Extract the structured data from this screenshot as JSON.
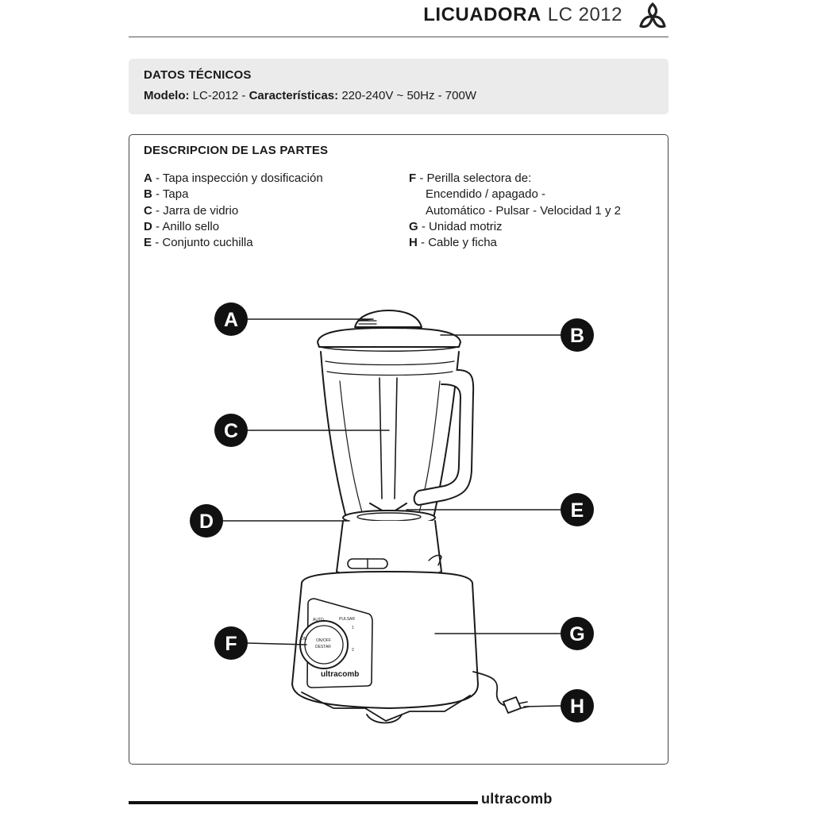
{
  "header": {
    "product": "LICUADORA",
    "model": "LC 2012",
    "logo_icon": "ultracomb-trefoil-logo"
  },
  "tech": {
    "title": "DATOS TÉCNICOS",
    "model_label": "Modelo:",
    "model_value": "LC-2012",
    "sep": "-",
    "features_label": "Características:",
    "features_value": "220-240V ~ 50Hz - 700W"
  },
  "parts": {
    "title": "DESCRIPCION DE LAS PARTES",
    "left": [
      {
        "letter": "A",
        "text": "Tapa inspección y dosificación"
      },
      {
        "letter": "B",
        "text": "Tapa"
      },
      {
        "letter": "C",
        "text": "Jarra de vidrio"
      },
      {
        "letter": "D",
        "text": "Anillo sello"
      },
      {
        "letter": "E",
        "text": "Conjunto cuchilla"
      }
    ],
    "right": {
      "f_letter": "F",
      "f_text": "Perilla selectora de:",
      "f_line2": "Encendido / apagado -",
      "f_line3": "Automático - Pulsar - Velocidad 1 y 2",
      "g_letter": "G",
      "g_text": "Unidad motriz",
      "h_letter": "H",
      "h_text": "Cable y ficha"
    },
    "dash": "-"
  },
  "callouts": [
    "A",
    "B",
    "C",
    "D",
    "E",
    "F",
    "G",
    "H"
  ],
  "device_brand": "ultracomb",
  "footer": {
    "brand": "ultracomb"
  }
}
